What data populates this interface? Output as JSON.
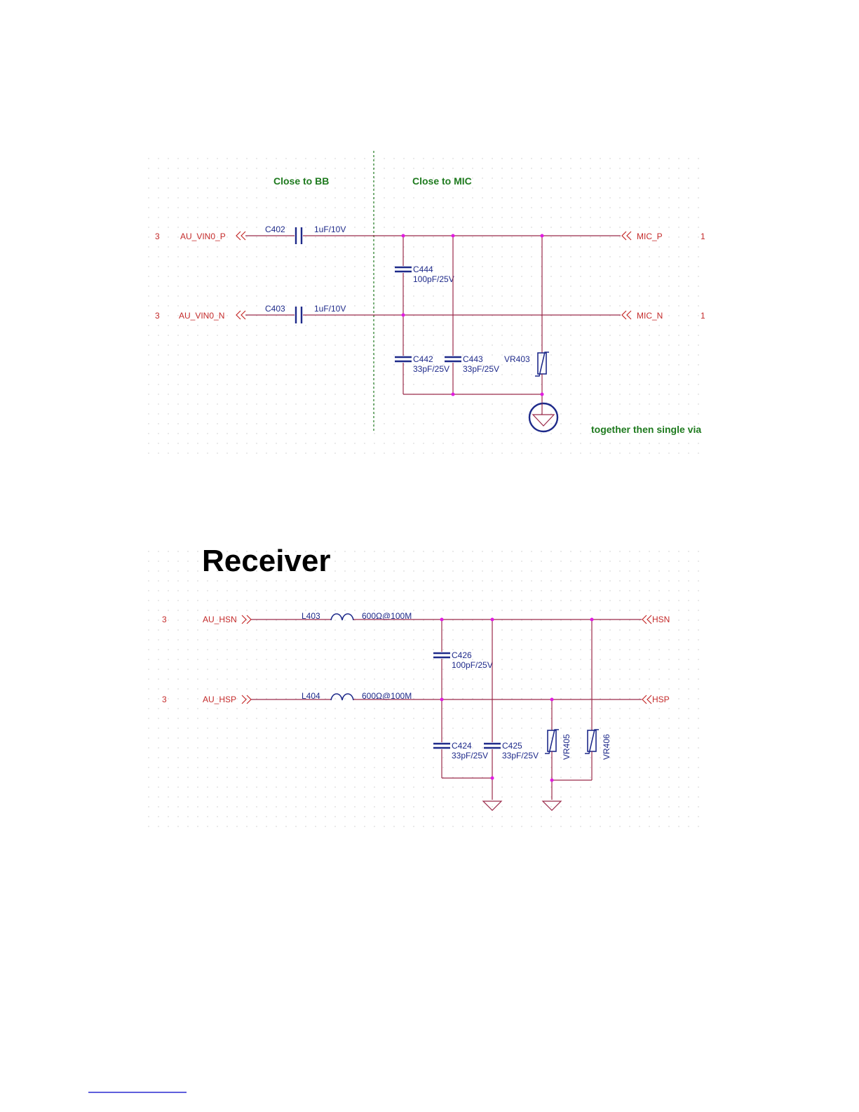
{
  "mic": {
    "note_left": "Close to BB",
    "note_right": "Close to MIC",
    "note_bottom": "together then single via",
    "left_pins": [
      "3",
      "3"
    ],
    "left_nets": [
      "AU_VIN0_P",
      "AU_VIN0_N"
    ],
    "right_nets": [
      "MIC_P",
      "MIC_N"
    ],
    "right_pins": [
      "1",
      "1"
    ],
    "series_caps": [
      {
        "ref": "C402",
        "value": "1uF/10V"
      },
      {
        "ref": "C403",
        "value": "1uF/10V"
      }
    ],
    "shunt_caps": [
      {
        "ref": "C444",
        "value": "100pF/25V"
      },
      {
        "ref": "C442",
        "value": "33pF/25V"
      },
      {
        "ref": "C443",
        "value": "33pF/25V"
      }
    ],
    "varistor": {
      "ref": "VR403"
    }
  },
  "receiver": {
    "title": "Receiver",
    "left_pins": [
      "3",
      "3"
    ],
    "left_nets": [
      "AU_HSN",
      "AU_HSP"
    ],
    "right_nets": [
      "HSN",
      "HSP"
    ],
    "inductors": [
      {
        "ref": "L403",
        "value": "600Ω@100M"
      },
      {
        "ref": "L404",
        "value": "600Ω@100M"
      }
    ],
    "shunt_caps": [
      {
        "ref": "C426",
        "value": "100pF/25V"
      },
      {
        "ref": "C424",
        "value": "33pF/25V"
      },
      {
        "ref": "C425",
        "value": "33pF/25V"
      }
    ],
    "varistors": [
      {
        "ref": "VR405"
      },
      {
        "ref": "VR406"
      }
    ]
  }
}
